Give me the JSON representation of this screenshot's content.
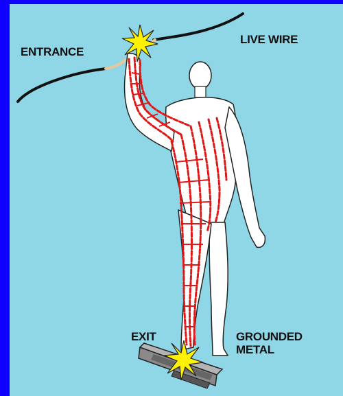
{
  "labels": {
    "entrance": "ENTRANCE",
    "live_wire": "LIVE WIRE",
    "exit": "EXIT",
    "grounded_metal": "GROUNDED METAL"
  },
  "colors": {
    "border": "#0f00ff",
    "background": "#8fd6e6",
    "body": "#ffffff",
    "current_path": "#e01818",
    "spark": "#fff200",
    "wire": "#111111",
    "wire_bare": "#e8c89a",
    "rail": "#7a7a7a"
  },
  "icons": {
    "entry_spark": "spark-icon",
    "exit_spark": "spark-icon",
    "rail": "steel-rail-icon"
  }
}
